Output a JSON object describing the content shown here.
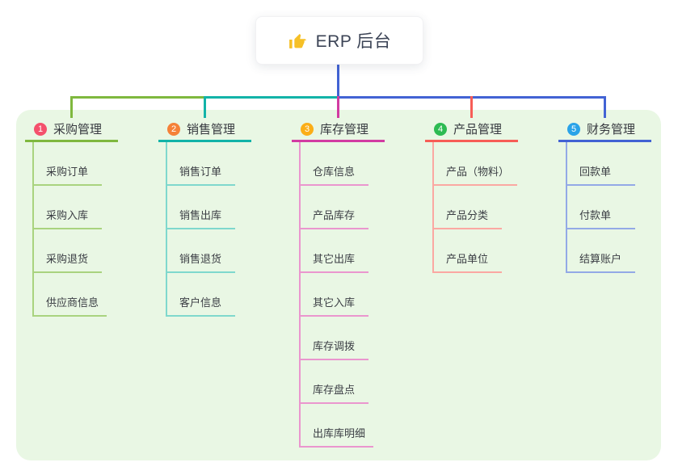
{
  "root": {
    "title": "ERP 后台",
    "icon": "thumbs-up-icon",
    "box_bg": "#ffffff",
    "icon_color": "#f6c026",
    "connector_color": "#4263d4"
  },
  "canvas": {
    "panel_bg": "#e9f7e4"
  },
  "branches": [
    {
      "index": "1",
      "title": "采购管理",
      "badge_color": "#f4516c",
      "line_color": "#7fb83e",
      "light_color": "#a9d37f",
      "children": [
        "采购订单",
        "采购入库",
        "采购退货",
        "供应商信息"
      ]
    },
    {
      "index": "2",
      "title": "销售管理",
      "badge_color": "#f58138",
      "line_color": "#12b3a8",
      "light_color": "#7fd8cd",
      "children": [
        "销售订单",
        "销售出库",
        "销售退货",
        "客户信息"
      ]
    },
    {
      "index": "3",
      "title": "库存管理",
      "badge_color": "#fbae17",
      "line_color": "#d23ba2",
      "light_color": "#ea96ce",
      "children": [
        "仓库信息",
        "产品库存",
        "其它出库",
        "其它入库",
        "库存调拨",
        "库存盘点",
        "出库库明细"
      ]
    },
    {
      "index": "4",
      "title": "产品管理",
      "badge_color": "#2dbb52",
      "line_color": "#f75d56",
      "light_color": "#fba8a2",
      "children": [
        "产品（物料）",
        "产品分类",
        "产品单位"
      ]
    },
    {
      "index": "5",
      "title": "财务管理",
      "badge_color": "#2aa3e8",
      "line_color": "#4263d4",
      "light_color": "#93a9e6",
      "children": [
        "回款单",
        "付款单",
        "结算账户"
      ]
    }
  ]
}
